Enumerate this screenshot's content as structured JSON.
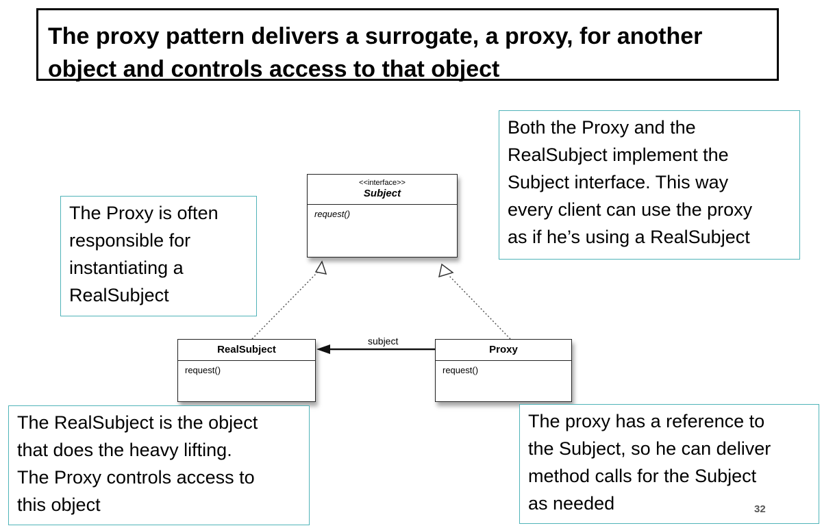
{
  "title": {
    "line1": "The proxy pattern delivers a surrogate, a proxy, for another",
    "line2": "object and controls access to that object"
  },
  "notes": {
    "top_right": [
      "Both the Proxy and  the",
      "RealSubject implement the",
      "Subject interface. This way",
      "every client can use the proxy",
      "as if he’s using a RealSubject"
    ],
    "left": [
      "The Proxy is often",
      "responsible for",
      "instantiating a",
      "RealSubject"
    ],
    "bottom_left": [
      "The RealSubject is the object",
      "that does the heavy lifting.",
      "The Proxy controls access to",
      "this object"
    ],
    "bottom_right": [
      "The proxy has a reference to",
      "the Subject, so he can deliver",
      "method calls for the Subject",
      "as needed"
    ]
  },
  "diagram": {
    "subject": {
      "stereotype": "<<interface>>",
      "name": "Subject",
      "method": "request()"
    },
    "real_subject": {
      "name": "RealSubject",
      "method": "request()"
    },
    "proxy": {
      "name": "Proxy",
      "method": "request()"
    },
    "association_label": "subject"
  },
  "page_number": "32"
}
